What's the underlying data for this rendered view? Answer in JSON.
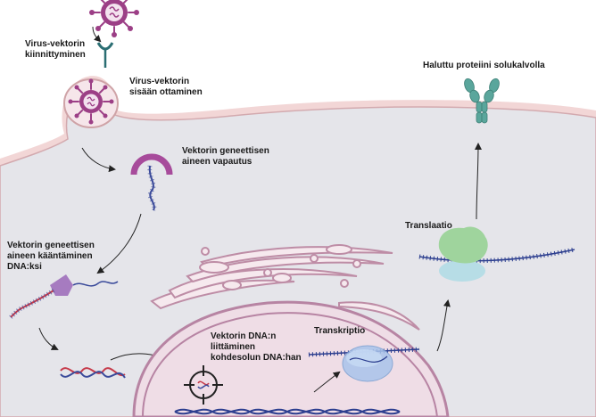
{
  "labels": {
    "attachment": [
      "Virus-vektorin",
      "kiinnittyminen"
    ],
    "uptake": [
      "Virus-vektorin",
      "sisään ottaminen"
    ],
    "release": [
      "Vektorin geneettisen",
      "aineen vapautus"
    ],
    "reverse_transcription": [
      "Vektorin geneettisen",
      "aineen kääntäminen",
      "DNA:ksi"
    ],
    "integration": [
      "Vektorin DNA:n",
      "liittäminen",
      "kohdesolun DNA:han"
    ],
    "transcription": "Transkriptio",
    "translation": "Translaatio",
    "surface_protein": "Haluttu proteiini solukalvolla"
  },
  "colors": {
    "cell_fill": "#e6e6ea",
    "membrane_outer": "#f0d2d2",
    "membrane_inner": "#cfa3a7",
    "nucleus_fill": "#efdde6",
    "nucleus_border": "#b784a3",
    "er_fill": "#f6e9ee",
    "er_border": "#be8da6",
    "virus": "#9c3f86",
    "virus_core": "#f3e2ee",
    "receptor": "#2b6e73",
    "capsid": "#a74b9b",
    "rna": "#3a4a9a",
    "dna_blue": "#2c3e8f",
    "dna_red": "#c63a4a",
    "ribosome_large": "#9fd49d",
    "ribosome_small": "#b7dde6",
    "rna_polymerase": "#a9c4eb",
    "reverse_transcriptase": "#a67bc0",
    "antibody_protein": "#5aa69c",
    "arrow": "#222222"
  },
  "icons": [
    "virus-icon",
    "receptor-icon",
    "capsid-icon",
    "reverse-transcriptase-icon",
    "integrase-target-icon",
    "rna-polymerase-icon",
    "ribosome-icon",
    "membrane-protein-icon"
  ]
}
